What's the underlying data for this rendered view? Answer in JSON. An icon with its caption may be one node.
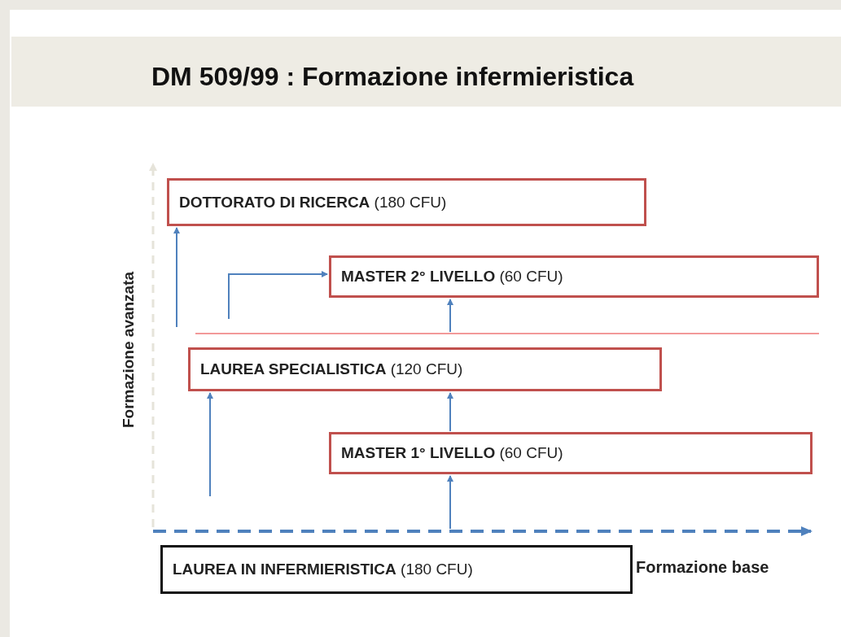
{
  "diagram": {
    "title": "DM 509/99 : Formazione infermieristica",
    "nodes": [
      {
        "text": [
          "**DOTTORATO DI RICERCA** (180 CFU)"
        ]
      },
      {
        "text": [
          "**MASTER 2° LIVELLO** (60 CFU)"
        ]
      },
      {
        "text": [
          "**LAUREA SPECIALISTICA** (120 CFU)"
        ]
      },
      {
        "text": [
          "**MASTER 1° LIVELLO** (60 CFU)"
        ]
      },
      {
        "text": [
          "**LAUREA IN INFERMIERISTICA** (180 CFU)"
        ]
      }
    ],
    "edges": [
      {
        "from": null,
        "to": 0,
        "arrow": "to"
      },
      {
        "from": null,
        "to": 1,
        "arrow": "to"
      },
      {
        "from": null,
        "to": 1,
        "arrow": "to"
      },
      {
        "from": null,
        "to": 2,
        "arrow": "to"
      },
      {
        "from": 3,
        "to": 2,
        "arrow": "to"
      },
      {
        "from": null,
        "to": 3,
        "arrow": "to"
      }
    ],
    "labels": [
      "Formazione avanzata",
      "Formazione base"
    ]
  }
}
